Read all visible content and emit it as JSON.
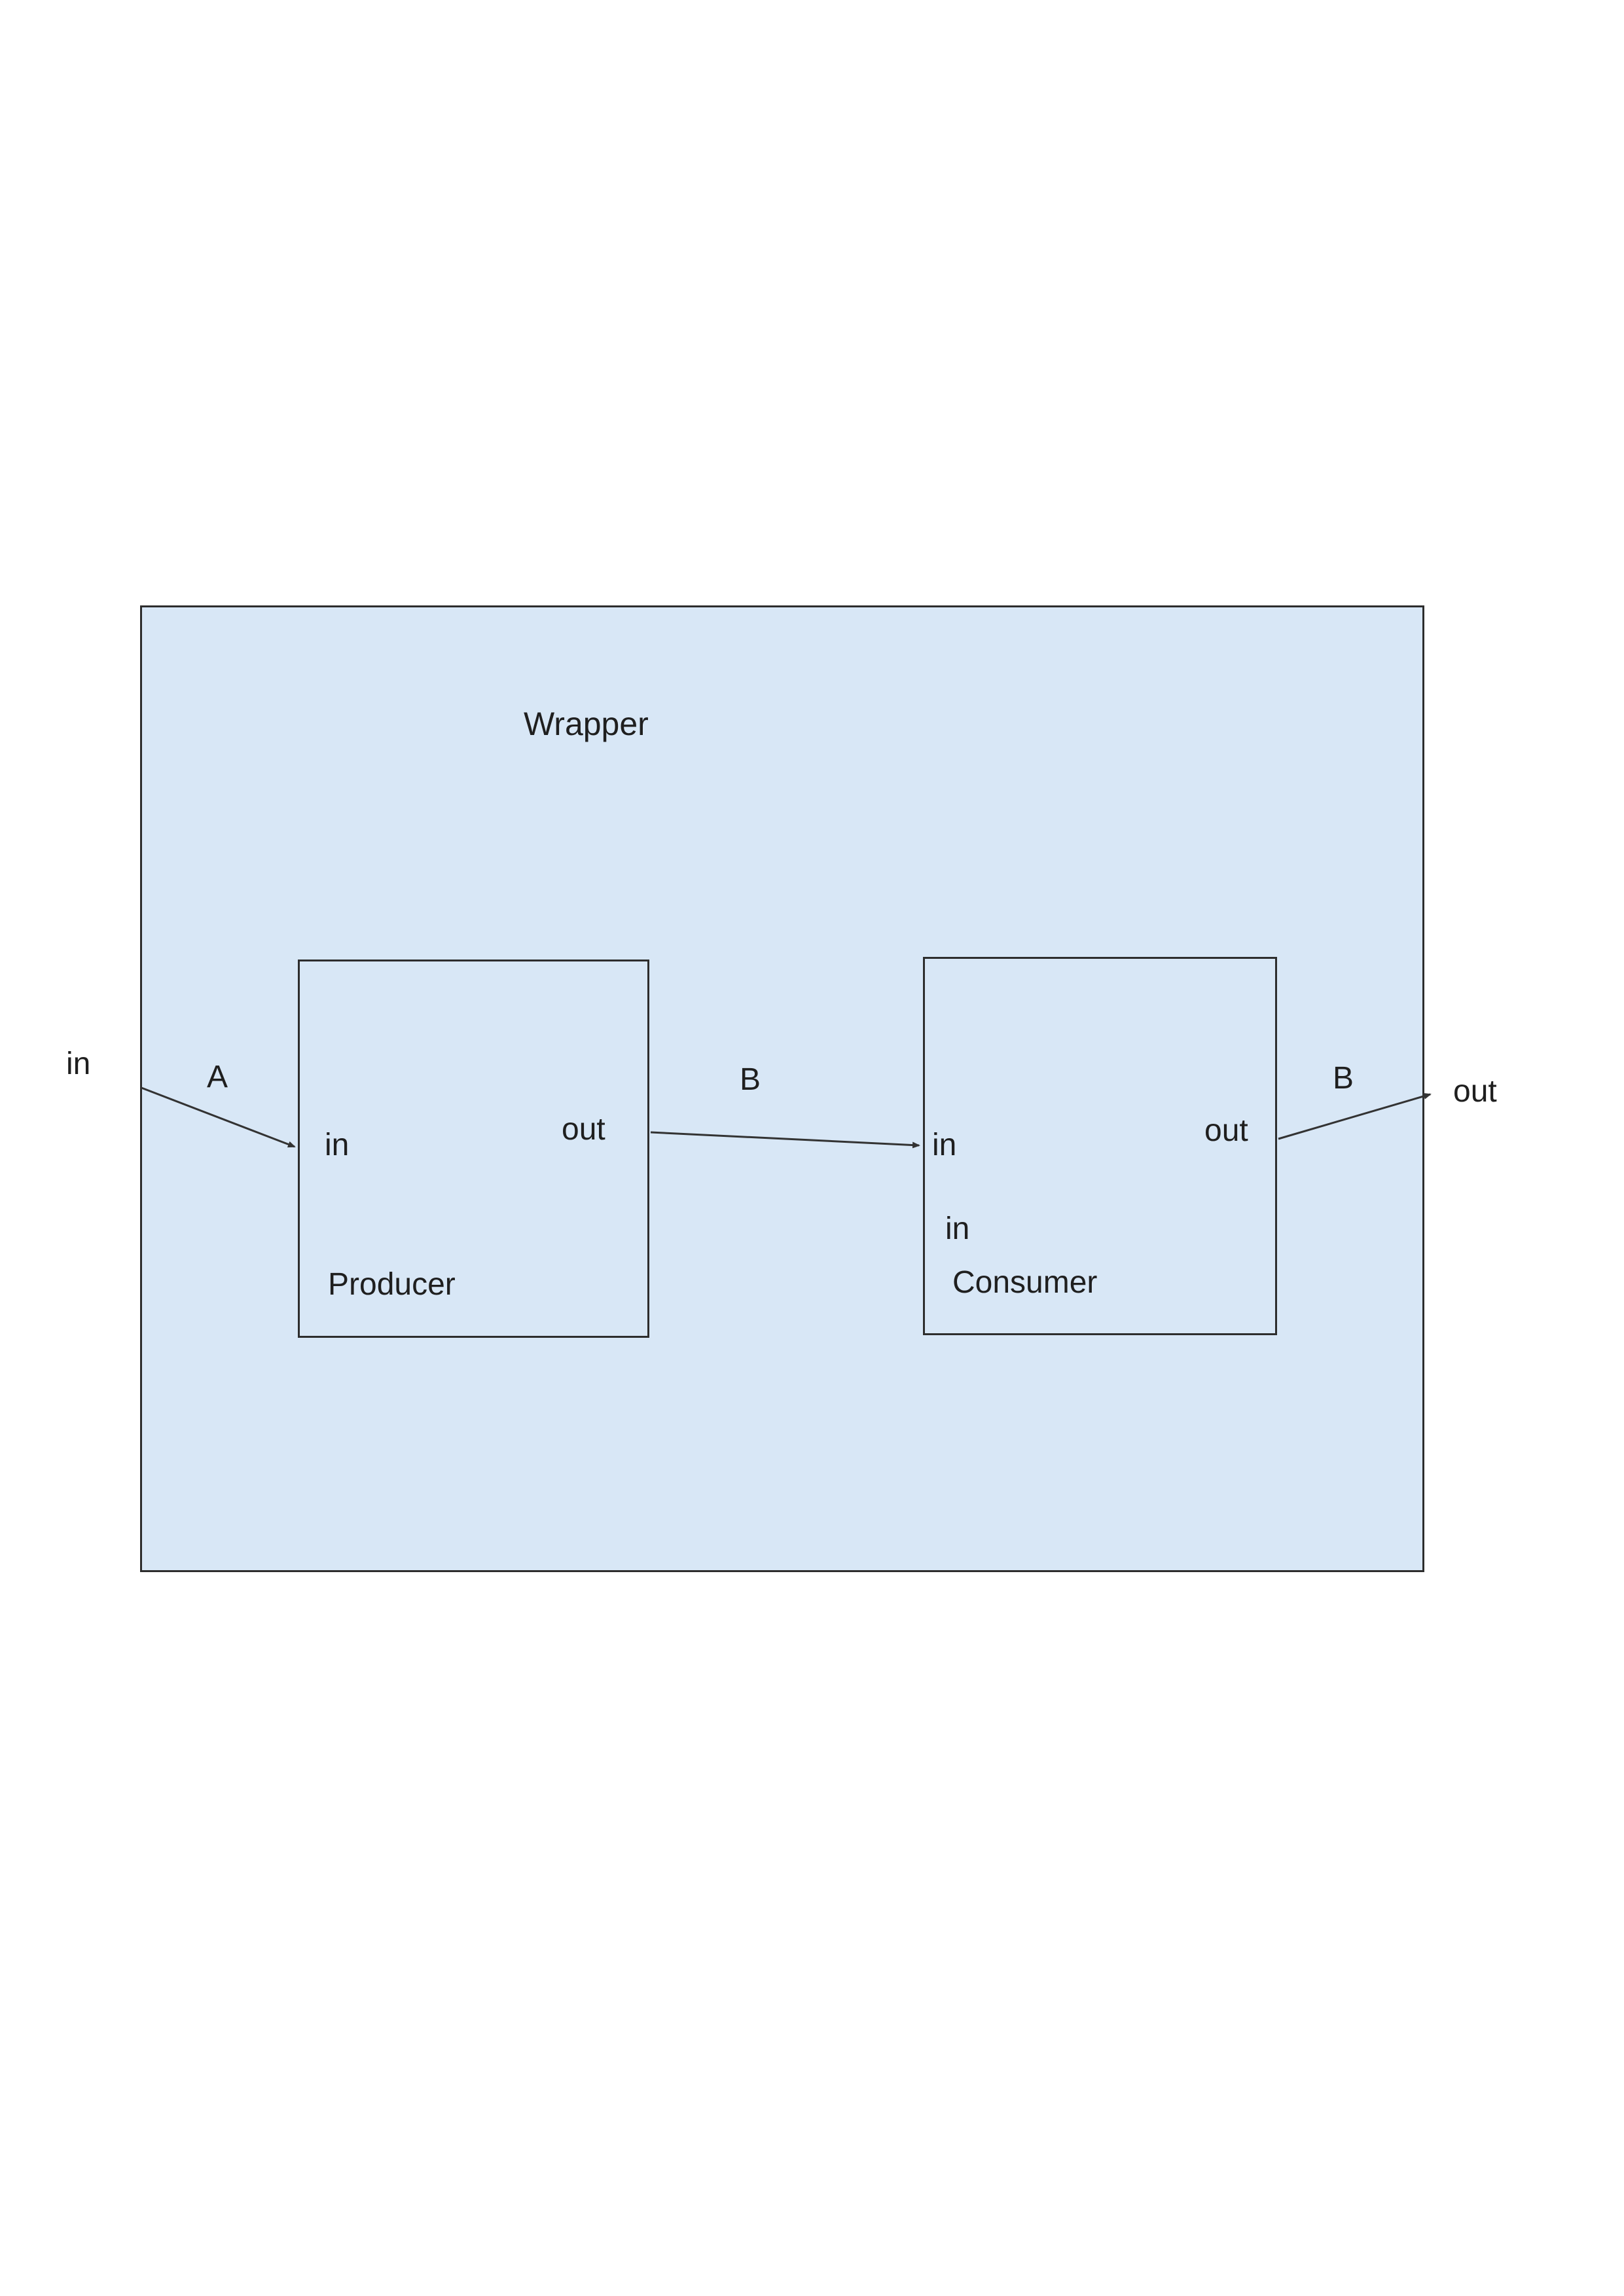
{
  "diagram": {
    "wrapper": {
      "label": "Wrapper",
      "fill": "#d8e7f6",
      "border_color": "#2d2d2d"
    },
    "producer": {
      "title": "Producer",
      "port_in": "in",
      "port_out": "out"
    },
    "consumer": {
      "title": "Consumer",
      "port_in": "in",
      "port_in2": "in",
      "port_out": "out"
    },
    "io": {
      "input_label": "in",
      "output_label": "out"
    },
    "edges": {
      "a_label": "A",
      "b_internal_label": "B",
      "b_external_label": "B",
      "line_color": "#333333"
    }
  }
}
